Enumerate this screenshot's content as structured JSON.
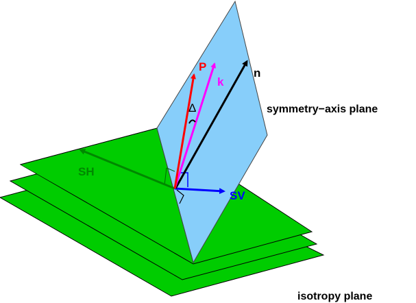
{
  "labels": {
    "P": "P",
    "k": "k",
    "n": "n",
    "SH": "SH",
    "SV": "SV",
    "delta": "Δ",
    "symmetry_plane": "symmetry−axis plane",
    "isotropy_plane": "isotropy plane"
  },
  "colors": {
    "green": "#00cc00",
    "blue_plane": "#87cefa",
    "P": "#ff0000",
    "k": "#ff00ff",
    "n": "#000000",
    "SV": "#0000ff",
    "SH": "#008800"
  }
}
